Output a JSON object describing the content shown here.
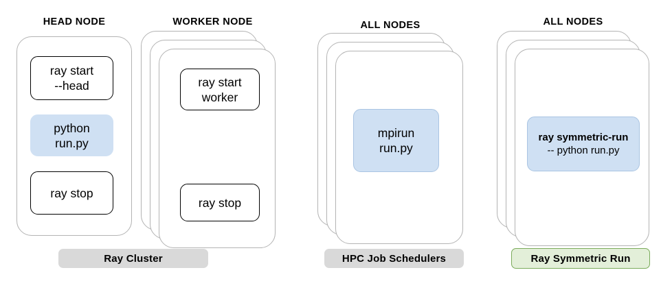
{
  "diagram": {
    "title_text": "Ray Symmetric Run comparison diagram",
    "colors": {
      "card_border": "#b3b3b3",
      "box_border": "#000000",
      "highlight_fill": "#cfe0f3",
      "highlight_border": "#a9c4e2",
      "legend_grey_fill": "#d9d9d9",
      "legend_green_fill": "#e3efd9",
      "legend_green_border": "#7aab5a",
      "text": "#000000"
    }
  },
  "groups": [
    {
      "id": "ray-cluster",
      "legend": "Ray Cluster",
      "legend_style": "grey",
      "panels": [
        {
          "id": "head-node",
          "title": "HEAD NODE",
          "stack_count": 1,
          "boxes": [
            {
              "id": "ray-start-head",
              "style": "plain",
              "lines": [
                "ray start",
                "--head"
              ]
            },
            {
              "id": "python-run-py",
              "style": "highlight",
              "lines": [
                "python",
                "run.py"
              ]
            },
            {
              "id": "ray-stop-head",
              "style": "plain",
              "lines": [
                "ray stop"
              ]
            }
          ]
        },
        {
          "id": "worker-node",
          "title": "WORKER NODE",
          "stack_count": 3,
          "boxes": [
            {
              "id": "ray-start-worker",
              "style": "plain",
              "lines": [
                "ray start",
                "worker"
              ]
            },
            {
              "id": "ray-stop-worker",
              "style": "plain",
              "lines": [
                "ray stop"
              ]
            }
          ]
        }
      ]
    },
    {
      "id": "hpc-job-schedulers",
      "legend": "HPC Job Schedulers",
      "legend_style": "grey",
      "panels": [
        {
          "id": "all-nodes-hpc",
          "title": "ALL NODES",
          "stack_count": 3,
          "boxes": [
            {
              "id": "mpirun-run-py",
              "style": "highlight-bordered",
              "lines": [
                "mpirun",
                "run.py"
              ]
            }
          ]
        }
      ]
    },
    {
      "id": "ray-symmetric-run",
      "legend": "Ray Symmetric Run",
      "legend_style": "green",
      "panels": [
        {
          "id": "all-nodes-symmetric",
          "title": "ALL NODES",
          "stack_count": 3,
          "boxes": [
            {
              "id": "ray-symmetric-run-cmd",
              "style": "highlight-bordered",
              "lines": [
                "ray symmetric-run",
                "-- python run.py"
              ],
              "line_styles": [
                "bold",
                "sub"
              ]
            }
          ]
        }
      ]
    }
  ],
  "labels": {
    "head_node": "HEAD NODE",
    "worker_node": "WORKER NODE",
    "all_nodes_hpc": "ALL NODES",
    "all_nodes_symmetric": "ALL NODES",
    "ray_start_head_l1": "ray start",
    "ray_start_head_l2": "--head",
    "python_l1": "python",
    "python_l2": "run.py",
    "ray_stop_head": "ray stop",
    "ray_start_worker_l1": "ray start",
    "ray_start_worker_l2": "worker",
    "ray_stop_worker": "ray stop",
    "mpirun_l1": "mpirun",
    "mpirun_l2": "run.py",
    "symmetric_l1": "ray symmetric-run",
    "symmetric_l2": "-- python run.py",
    "legend_ray_cluster": "Ray Cluster",
    "legend_hpc": "HPC Job Schedulers",
    "legend_symmetric": "Ray Symmetric Run"
  }
}
